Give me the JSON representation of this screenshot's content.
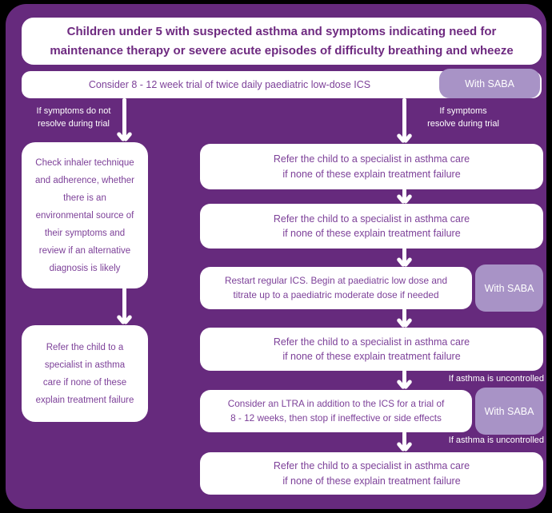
{
  "colors": {
    "canvas_bg": "#000000",
    "panel_bg": "#662a7d",
    "box_bg": "#ffffff",
    "title_text": "#6e2a80",
    "box_text": "#7d4199",
    "tag_bg": "#a893c6",
    "tag_text": "#ffffff",
    "label_text": "#ffffff",
    "arrow": "#ffffff"
  },
  "title": "Children under 5 with suspected asthma and symptoms indicating need for maintenance therapy or severe acute episodes of difficulty breathing and wheeze",
  "consider": {
    "text": "Consider 8 - 12 week trial of twice daily paediatric low-dose ICS",
    "tag": "With SABA"
  },
  "branch_labels": {
    "left": "If symptoms do not resolve during trial",
    "right": "If symptoms resolve during trial"
  },
  "left_column": {
    "boxes": [
      "Check inhaler technique and adherence, whether there is an environmental source of their symptoms and review if an alternative diagnosis is likely",
      "Refer the child to a specialist in asthma care if none of these explain treatment failure"
    ]
  },
  "right_column": {
    "boxes": [
      {
        "text": "Refer the child to a specialist in asthma care if none of these explain treatment failure"
      },
      {
        "text": "Refer the child to a specialist in asthma care if none of these explain treatment failure"
      },
      {
        "text": "Restart regular ICS. Begin at paediatric low dose and titrate up to a paediatric moderate dose if needed",
        "tag": "With SABA"
      },
      {
        "text": "Refer the child to a specialist in asthma care if none of these explain treatment failure"
      },
      {
        "text": "Consider an LTRA in addition to the ICS for a trial of 8 - 12 weeks, then stop if ineffective or side effects",
        "tag": "With SABA"
      },
      {
        "text": "Refer the child to a specialist in asthma care if none of these explain treatment failure"
      }
    ],
    "arrow_labels": [
      "If asthma is uncontrolled",
      "If asthma is uncontrolled"
    ]
  }
}
